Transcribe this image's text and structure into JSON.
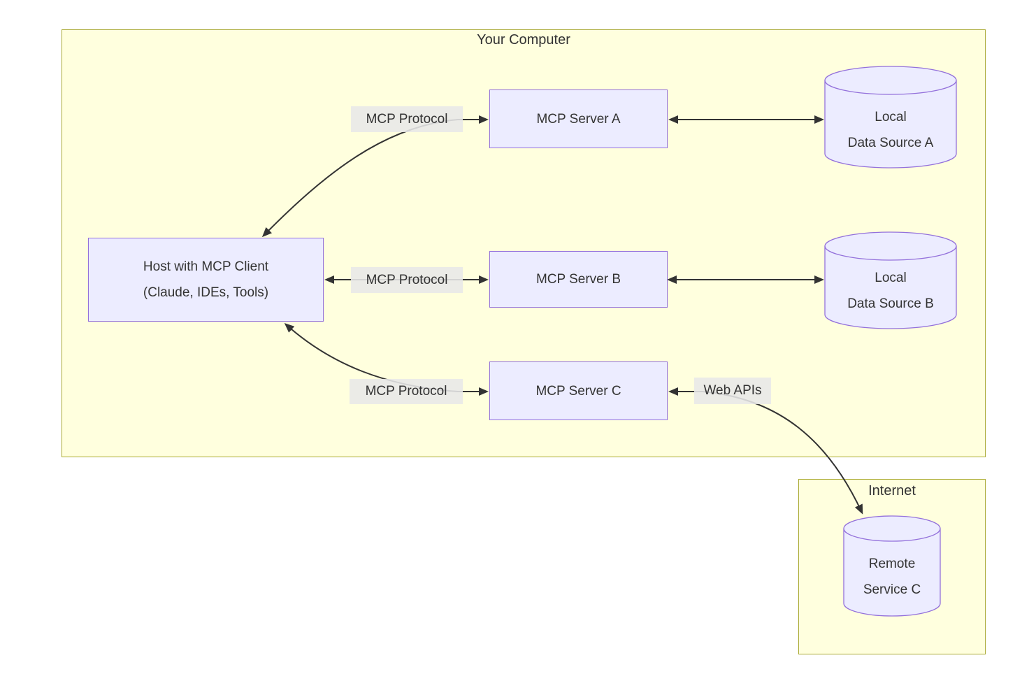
{
  "clusters": {
    "your_computer": {
      "title": "Your Computer"
    },
    "internet": {
      "title": "Internet"
    }
  },
  "nodes": {
    "host": {
      "lines": [
        "Host with MCP Client",
        "(Claude, IDEs, Tools)"
      ]
    },
    "server_a": {
      "label": "MCP Server A"
    },
    "server_b": {
      "label": "MCP Server B"
    },
    "server_c": {
      "label": "MCP Server C"
    },
    "source_a": {
      "lines": [
        "Local",
        "Data Source A"
      ]
    },
    "source_b": {
      "lines": [
        "Local",
        "Data Source B"
      ]
    },
    "remote_c": {
      "lines": [
        "Remote",
        "Service C"
      ]
    }
  },
  "edges": {
    "host_server_a": {
      "label": "MCP Protocol",
      "arrows": "bidirectional"
    },
    "host_server_b": {
      "label": "MCP Protocol",
      "arrows": "bidirectional"
    },
    "host_server_c": {
      "label": "MCP Protocol",
      "arrows": "bidirectional"
    },
    "server_a_source_a": {
      "arrows": "bidirectional"
    },
    "server_b_source_b": {
      "arrows": "bidirectional"
    },
    "server_c_remote_c": {
      "label": "Web APIs",
      "arrows": "bidirectional"
    }
  },
  "colors": {
    "cluster_fill": "#ffffde",
    "cluster_border": "#aaaa33",
    "node_fill": "#ececff",
    "node_border": "#9370db",
    "edge_label_bg": "#e8e8e8",
    "line": "#333333",
    "text": "#333333",
    "page_bg": "#ffffff"
  }
}
